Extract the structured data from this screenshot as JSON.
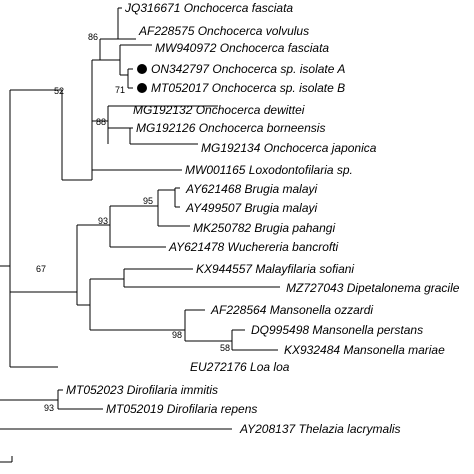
{
  "tree": {
    "taxa": {
      "t1": "JQ316671 Onchocerca fasciata",
      "t2": "AF228575 Onchocerca volvulus",
      "t3": "MW940972 Onchocerca fasciata",
      "t4": "ON342797 Onchocerca sp. isolate A",
      "t5": "MT052017 Onchocerca sp. isolate B",
      "t6": "MG192132 Onchocerca dewittei",
      "t7": "MG192126 Onchocerca borneensis",
      "t8": "MG192134 Onchocerca japonica",
      "t9": "MW001165 Loxodontofilaria sp.",
      "t10": "AY621468 Brugia malayi",
      "t11": "AY499507 Brugia malayi",
      "t12": "MK250782 Brugia pahangi",
      "t13": "AY621478 Wuchereria bancrofti",
      "t14": "KX944557 Malayfilaria sofiani",
      "t15": "MZ727043 Dipetalonema gracile",
      "t16": "AF228564 Mansonella ozzardi",
      "t17": "DQ995498 Mansonella perstans",
      "t18": "KX932484 Mansonella mariae",
      "t19": "EU272176 Loa loa",
      "t20": "MT052023 Dirofilaria immitis",
      "t21": "MT052019 Dirofilaria repens",
      "t22": "AY208137 Thelazia lacrymalis"
    },
    "bootstrap": {
      "b86": "86",
      "b71": "71",
      "b52": "52",
      "b88": "88",
      "b95": "95",
      "b93a": "93",
      "b98": "98",
      "b58": "58",
      "b67": "67",
      "b93b": "93"
    },
    "marker_color": "#000000"
  }
}
